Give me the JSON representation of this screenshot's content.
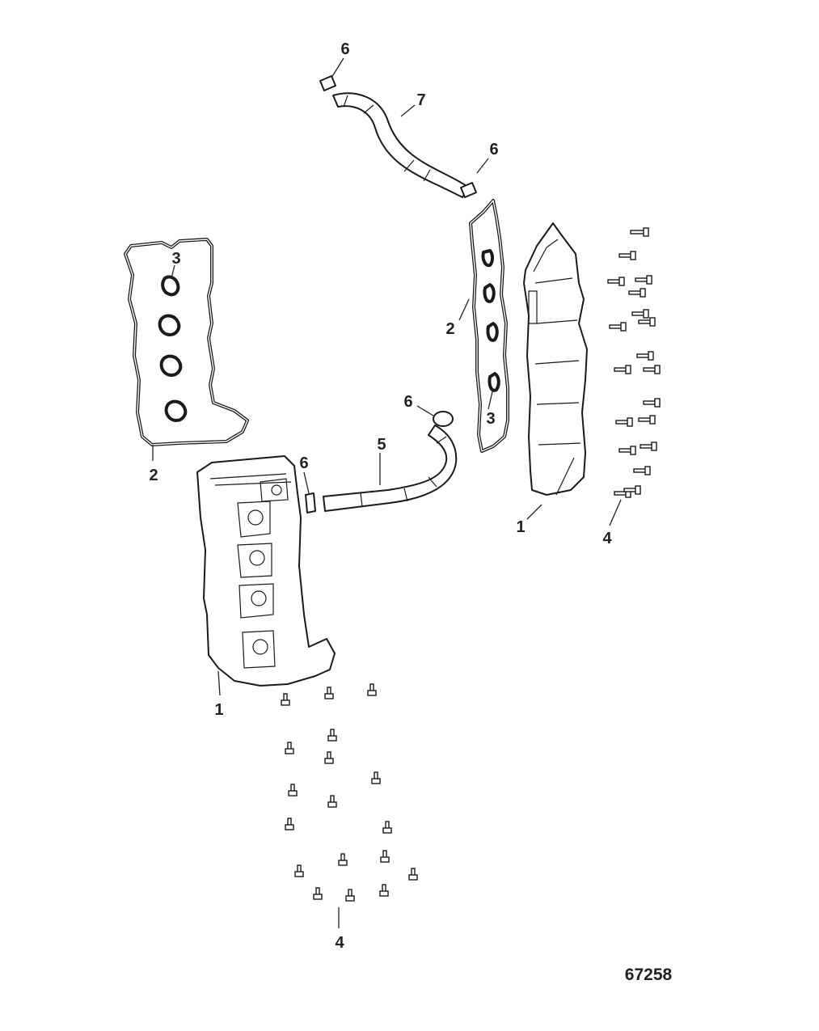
{
  "callouts": [
    {
      "id": "c-6-top",
      "text": "6"
    },
    {
      "id": "c-7",
      "text": "7"
    },
    {
      "id": "c-6-mid",
      "text": "6"
    },
    {
      "id": "c-3-left",
      "text": "3"
    },
    {
      "id": "c-2-right",
      "text": "2"
    },
    {
      "id": "c-6-hose5",
      "text": "6"
    },
    {
      "id": "c-3-right",
      "text": "3"
    },
    {
      "id": "c-5",
      "text": "5"
    },
    {
      "id": "c-6-left",
      "text": "6"
    },
    {
      "id": "c-2-left",
      "text": "2"
    },
    {
      "id": "c-1-right",
      "text": "1"
    },
    {
      "id": "c-4-right",
      "text": "4"
    },
    {
      "id": "c-1-left",
      "text": "1"
    },
    {
      "id": "c-4-bottom",
      "text": "4"
    }
  ],
  "figure_ref": "67258",
  "colors": {
    "line": "#1a1a1a",
    "background": "#ffffff"
  }
}
